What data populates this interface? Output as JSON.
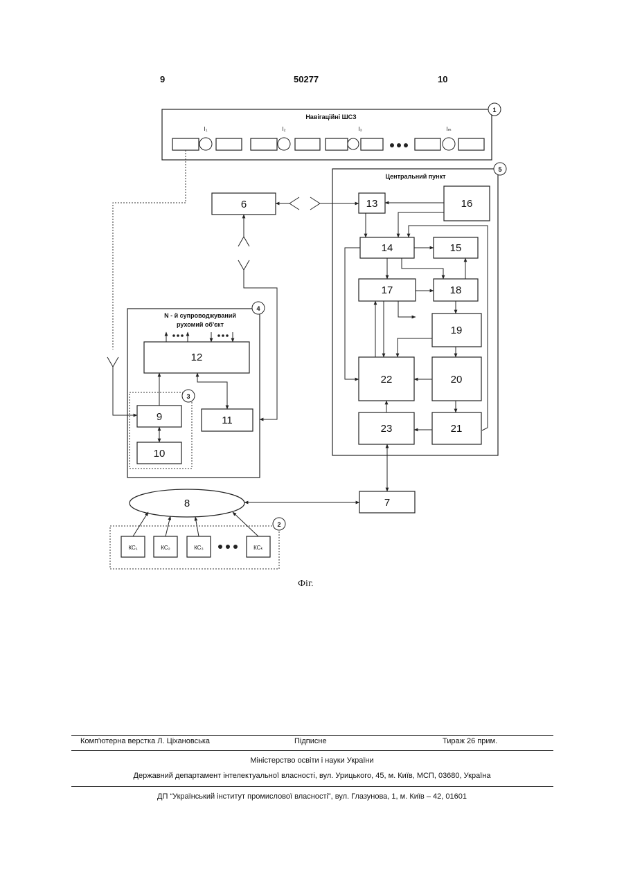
{
  "header": {
    "left_page": "9",
    "patent_number": "50277",
    "right_page": "10"
  },
  "figure": {
    "caption": "Фіг.",
    "satellite_system": {
      "title": "Навігаційні ШСЗ",
      "number": "1",
      "satellites": [
        "I₁",
        "I₂",
        "I₃",
        "Iₘ"
      ]
    },
    "control_stations_group": {
      "number": "2",
      "stations": [
        "КС₁",
        "КС₂",
        "КС₃",
        "КСₖ"
      ]
    },
    "receiver_group_number": "3",
    "mobile_object": {
      "title_line1": "N - й супроводжуваний",
      "title_line2": "рухомий об'єкт",
      "number": "4"
    },
    "central_point": {
      "title": "Центральний пункт",
      "number": "5"
    },
    "blocks": {
      "b6": "6",
      "b7": "7",
      "b8": "8",
      "b9": "9",
      "b10": "10",
      "b11": "11",
      "b12": "12",
      "b13": "13",
      "b14": "14",
      "b15": "15",
      "b16": "16",
      "b17": "17",
      "b18": "18",
      "b19": "19",
      "b20": "20",
      "b21": "21",
      "b22": "22",
      "b23": "23"
    },
    "colors": {
      "line": "#222222",
      "background": "#ffffff"
    }
  },
  "footer": {
    "layout": "Комп'ютерна верстка Л. Ціхановська",
    "signed": "Підписне",
    "circulation": "Тираж 26 прим.",
    "ministry": "Міністерство освіти і науки України",
    "department": "Державний департамент інтелектуальної власності, вул. Урицького, 45, м. Київ, МСП, 03680, Україна",
    "institute": "ДП “Український інститут промислової власності”, вул. Глазунова, 1, м. Київ – 42, 01601"
  }
}
